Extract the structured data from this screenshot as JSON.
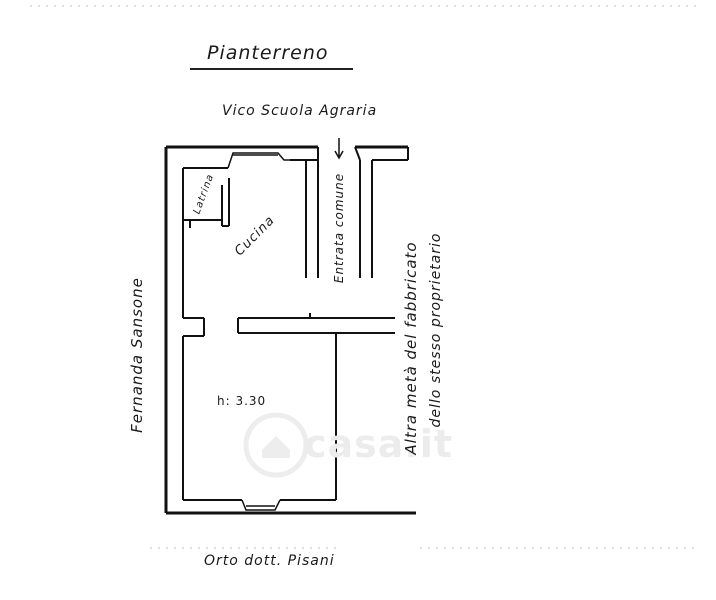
{
  "title": "Pianterreno",
  "labels": {
    "north_street": "Vico Scuola Agraria",
    "west_neighbor": "Fernanda Sansone",
    "south_neighbor": "Orto dott. Pisani",
    "common_entrance": "Entrata comune",
    "east_neighbor_line1": "Altra metà del fabbricato",
    "east_neighbor_line2": "dello stesso proprietario"
  },
  "rooms": {
    "latrine": "Latrina",
    "kitchen": "Cucina",
    "ceiling_height": "h: 3.30"
  },
  "watermark": "casa.it"
}
